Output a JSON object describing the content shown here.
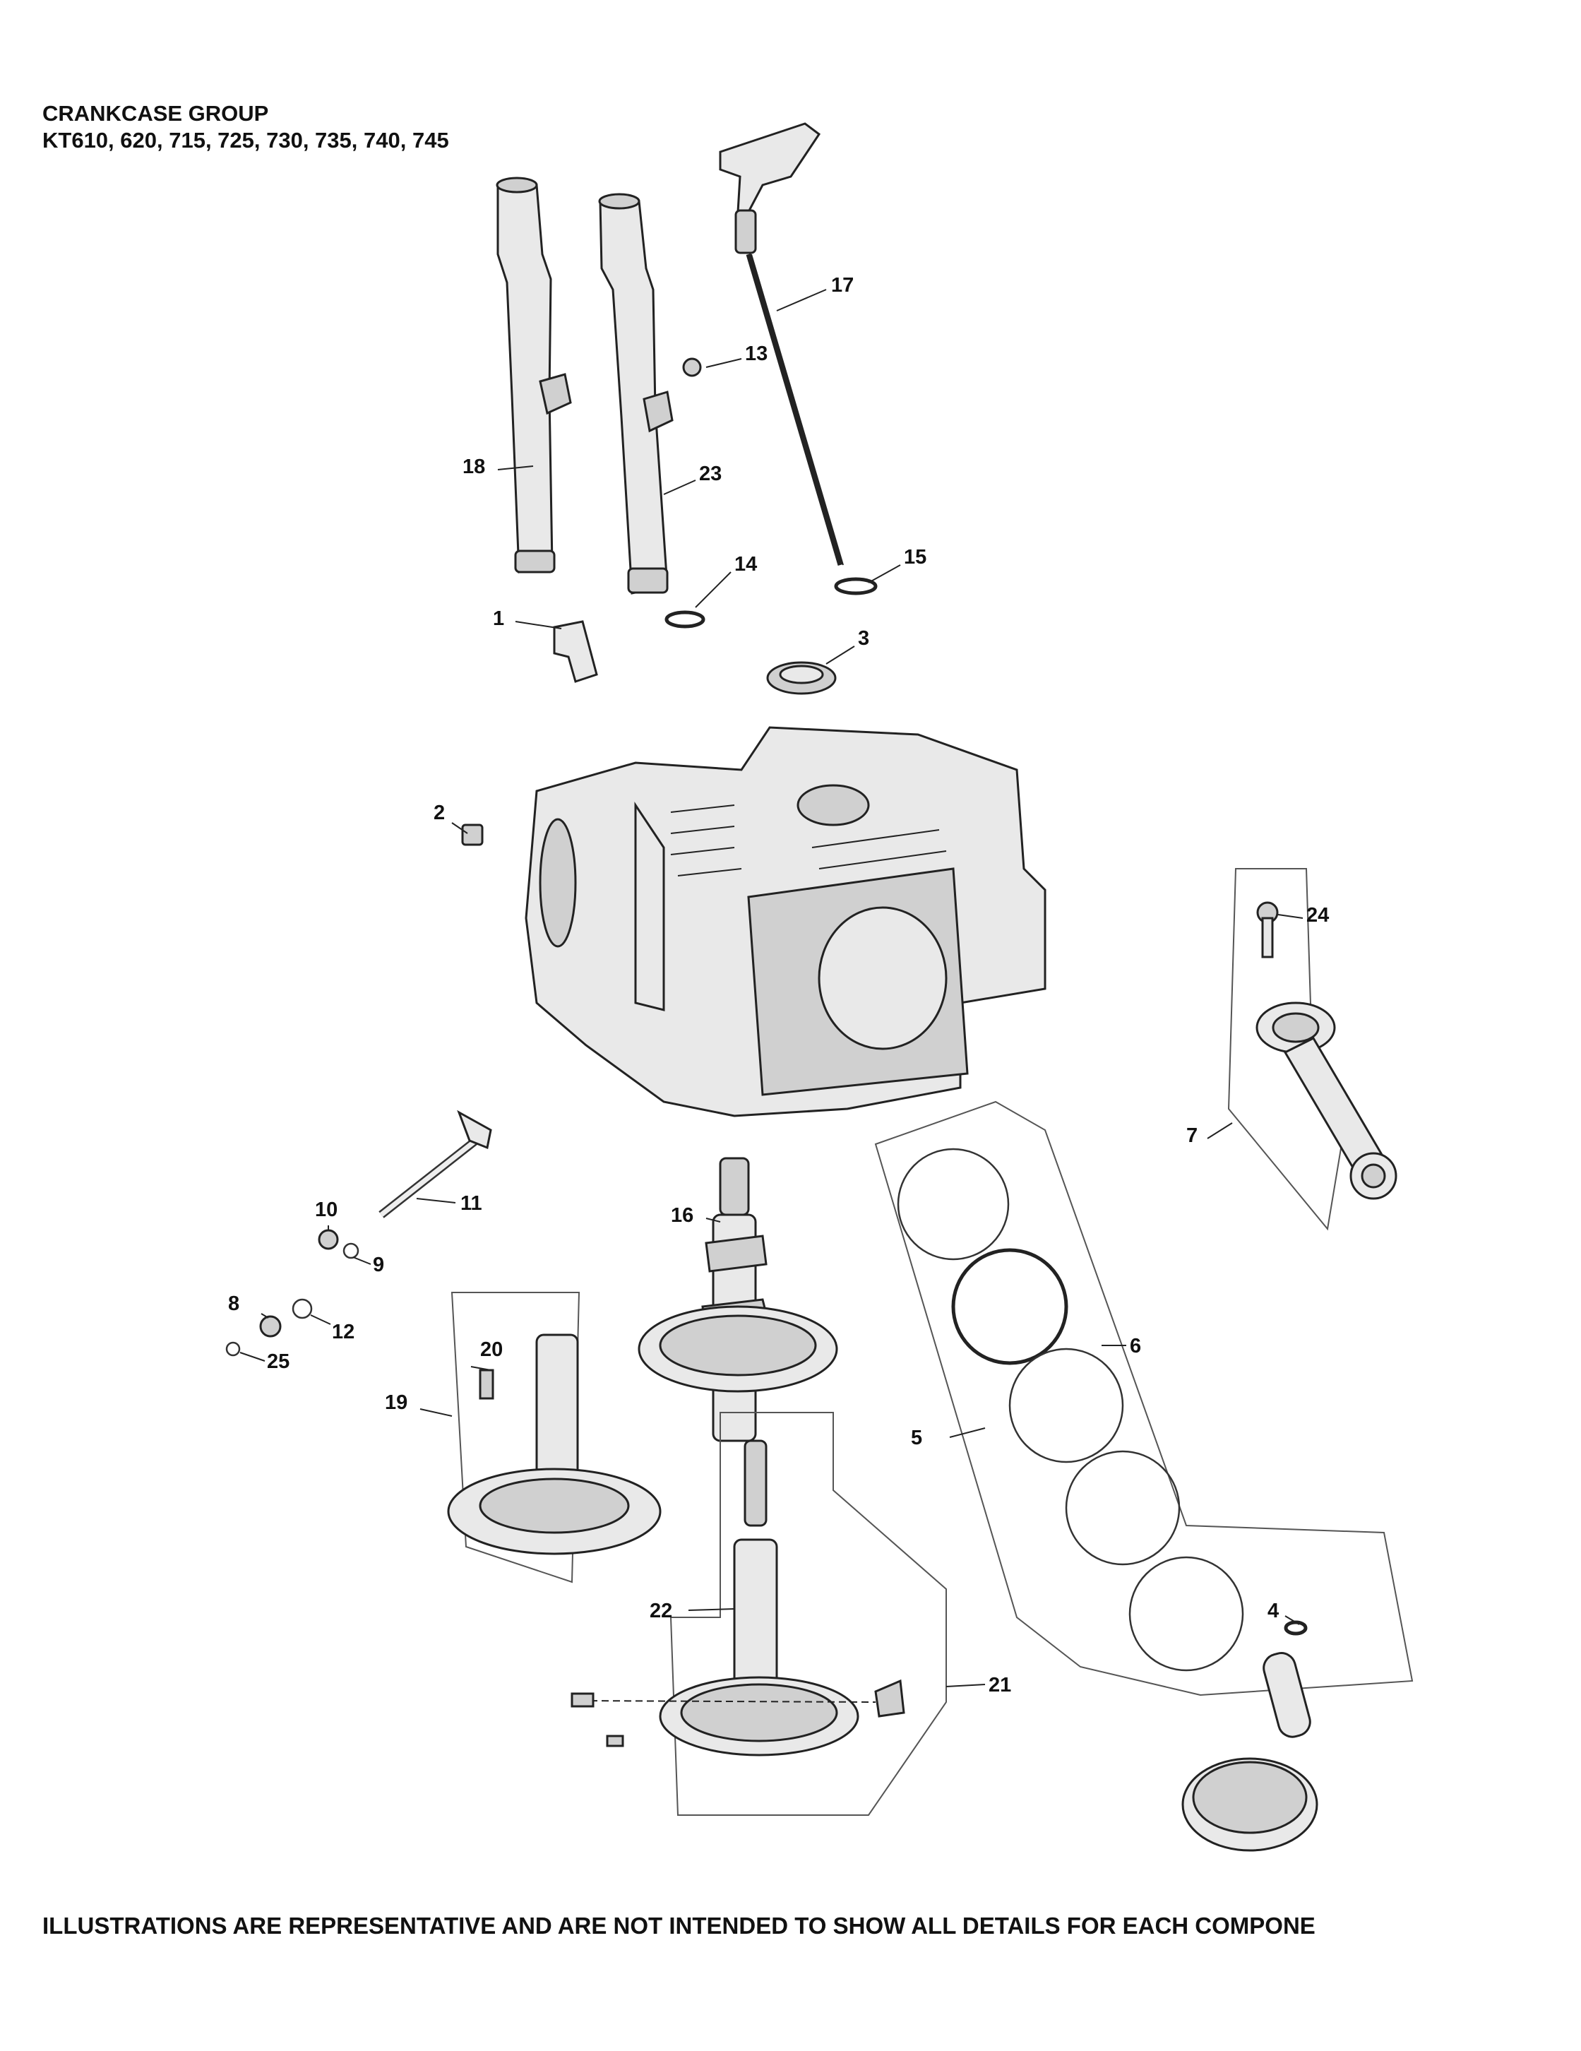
{
  "header": {
    "title_line1": "CRANKCASE GROUP",
    "title_line2": "KT610, 620, 715, 725, 730, 735, 740, 745"
  },
  "footer": {
    "note": "ILLUSTRATIONS ARE REPRESENTATIVE AND ARE NOT INTENDED TO SHOW ALL DETAILS FOR EACH COMPONE"
  },
  "callouts": {
    "c1": "1",
    "c2": "2",
    "c3": "3",
    "c4": "4",
    "c5": "5",
    "c6": "6",
    "c7": "7",
    "c8": "8",
    "c9": "9",
    "c10": "10",
    "c11": "11",
    "c12": "12",
    "c13": "13",
    "c14": "14",
    "c15": "15",
    "c16": "16",
    "c17": "17",
    "c18": "18",
    "c19": "19",
    "c20": "20",
    "c21": "21",
    "c22": "22",
    "c23": "23",
    "c24": "24",
    "c25": "25"
  }
}
